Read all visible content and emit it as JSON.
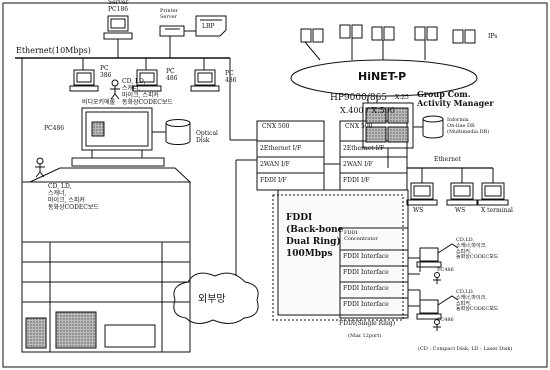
{
  "left": {
    "server_pc": "Server\nPC186",
    "printer_server": "Printer\nServer",
    "lbp": "LBP",
    "ethernet": "Ethernet(10Mbps)",
    "pc386": "PC\n386",
    "pc486_a": "PC\n486",
    "pc486_b": "PC\n486",
    "peripherals_top": "CD, LD,\n스캐너,\n마이크, 스피커\n동화상CODEC보드",
    "video_kiosk": "비디오키에롤",
    "pc486_main": "PC486",
    "optical_disk": "Optical\nDisk",
    "peripherals_left": "CD, LD,\n스캐너,\n마이크, 스피커\n동화상CODEC보드",
    "external_network": "외부망"
  },
  "center": {
    "cnx_left": "CNX 500",
    "cnx_right": "CNX 500",
    "eth_if_l": "2Ethernet I/F",
    "wan_if_l": "2WAN I/F",
    "fddi_if_l": "FDDI I/F",
    "eth_if_r": "2Ethernet I/F",
    "wan_if_r": "2WAN I/F",
    "fddi_if_r": "FDDI I/F",
    "fddi_ring": "FDDI\n(Back-bone\nDual Ring)\n100Mbps",
    "fddi_concentrator": "FDDI\nConcentrator",
    "fddi_interface_1": "FDDI Interface",
    "fddi_interface_2": "FDDI Interface",
    "fddi_interface_3": "FDDI Interface",
    "fddi_interface_4": "FDDI Interface",
    "single_ring": "FDDI(Single Ring)",
    "max_port": "(Max 12port)"
  },
  "right": {
    "hinet": "HiNET-P",
    "ips": "IPs",
    "hp9000": "HP9000/865",
    "x25": "X.25",
    "x400": "X.400 / X.500",
    "group_manager": "Group Com.\nActivity Manager",
    "informix": "Informix\nOn-line DB\n(Multimedia DB)",
    "ethernet": "Ethernet",
    "ws1": "WS",
    "ws2": "WS",
    "xterminal": "X terminal",
    "pc486_1": "PC486",
    "pc486_2": "PC486",
    "periph_1": "CD,LD,\n스캐너,마이크,\n스피커,\n동화상CODEC보드",
    "periph_2": "CD,LD,\n스캐너,마이크,\n스피커,\n동화상CODEC보드",
    "footnote": "(CD : Compact Disk, LD : Laser Disk)"
  }
}
